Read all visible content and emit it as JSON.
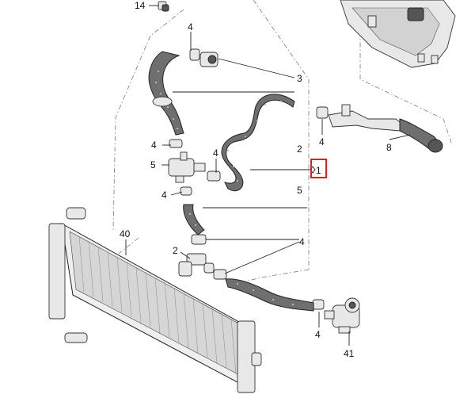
{
  "callouts": {
    "c14": "14",
    "c4_top": "4",
    "c3": "3",
    "c4_right_upper": "4",
    "c2_right": "2",
    "c1": "1",
    "c5_right": "5",
    "c8": "8",
    "c4_left_mid": "4",
    "c5_left": "5",
    "c4_center": "4",
    "c4_left_low": "4",
    "c40": "40",
    "c2_left": "2",
    "c4_right_low": "4",
    "c4_bottom": "4",
    "c41": "41"
  },
  "highlight": {
    "target": "1",
    "color": "#e31b23"
  },
  "colors": {
    "hose": "#6f6f6f",
    "metal": "#e8e8e8",
    "outline": "#222222"
  }
}
